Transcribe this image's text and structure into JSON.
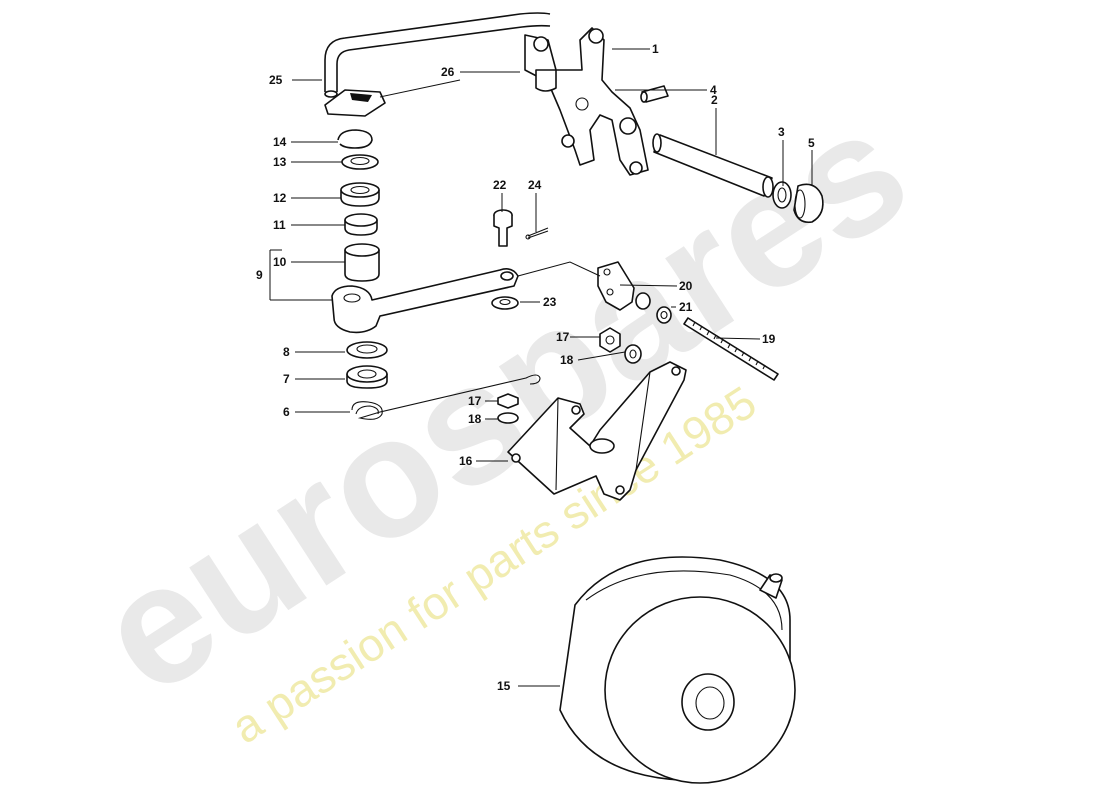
{
  "watermark": {
    "logo_text": "eurospares",
    "tagline": "a passion for parts since 1985",
    "logo_color": "#e9e9e9",
    "tagline_color": "#f1ecb0"
  },
  "callouts": {
    "c1": "1",
    "c2": "2",
    "c3": "3",
    "c4": "4",
    "c5": "5",
    "c6": "6",
    "c7": "7",
    "c8": "8",
    "c9": "9",
    "c10": "10",
    "c11": "11",
    "c12": "12",
    "c13": "13",
    "c14": "14",
    "c15": "15",
    "c16": "16",
    "c17a": "17",
    "c17b": "17",
    "c18a": "18",
    "c18b": "18",
    "c19": "19",
    "c20": "20",
    "c21": "21",
    "c22": "22",
    "c23": "23",
    "c24": "24",
    "c25": "25",
    "c26": "26"
  }
}
